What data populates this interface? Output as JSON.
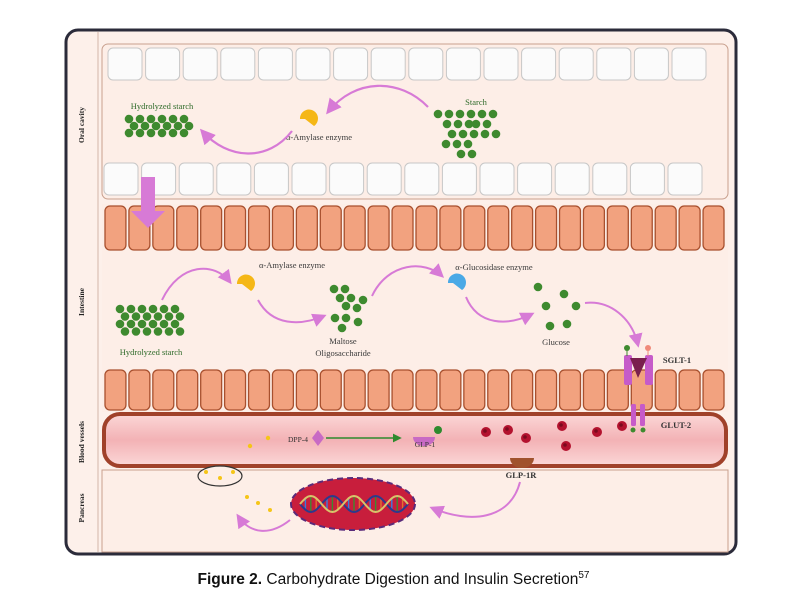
{
  "side_labels": {
    "oral": "Oral cavity",
    "intestine": "Intestine",
    "blood": "Blood vessels",
    "pancreas": "Pancreas"
  },
  "labels": {
    "hydrolyzed_oral": "Hydrolyzed starch",
    "starch": "Starch",
    "amylase_oral": "α-Amylase enzyme",
    "amylase_int": "α-Amylase enzyme",
    "glucosidase": "α-Glucosidase enzyme",
    "hydrolyzed_int": "Hydrolyzed starch",
    "maltose": "Maltose",
    "oligosaccharide": "Oligosaccharide",
    "glucose": "Glucose",
    "sglt1": "SGLT-1",
    "glut2": "GLUT-2",
    "dpp4": "DPP-4",
    "glp1": "GLP-1",
    "glp1r": "GLP-1R"
  },
  "caption": {
    "figure": "Figure 2.",
    "text": " Carbohydrate Digestion and Insulin Secretion",
    "ref": "57"
  },
  "colors": {
    "frame": "#2b2b3a",
    "background": "#fdf0ea",
    "cell_fill": "#f2a27f",
    "cell_stroke": "#a8502e",
    "arrow": "#d77ad6",
    "starch_dot": "#3e8a2f",
    "enzyme_yellow": "#f5b716",
    "enzyme_blue": "#4aa9e6",
    "vessel": "#f7c6c6",
    "vessel_border": "#a0412a",
    "dna_oval": "#c81e3c"
  },
  "icons": [
    "amylase-enzyme-icon",
    "glucosidase-enzyme-icon",
    "sglt1-transporter-icon",
    "glut2-transporter-icon",
    "dpp4-enzyme-icon",
    "glp1-icon",
    "glp1-receptor-icon",
    "dna-icon",
    "insulin-granule-icon"
  ]
}
